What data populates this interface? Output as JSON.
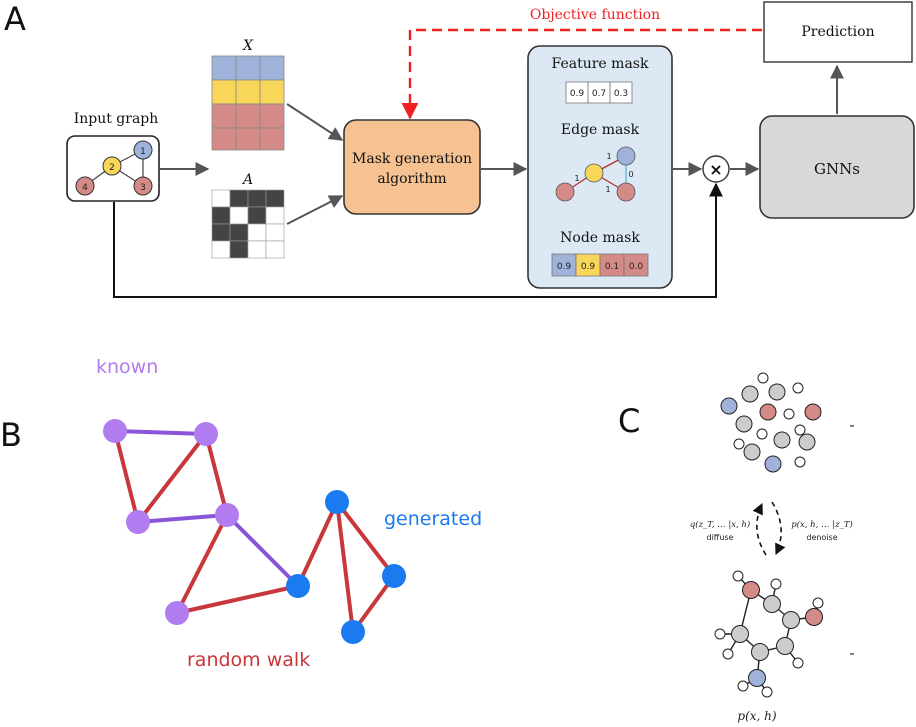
{
  "panel_a": {
    "label": "A",
    "input_graph_title": "Input graph",
    "input_graph_nodes": [
      "1",
      "2",
      "3",
      "4"
    ],
    "x_label": "X",
    "a_label": "A",
    "objective_label": "Objective function",
    "mask_algo_line1": "Mask generation",
    "mask_algo_line2": "algorithm",
    "feature_mask_title": "Feature mask",
    "feature_mask_values": [
      "0.9",
      "0.7",
      "0.3"
    ],
    "edge_mask_title": "Edge mask",
    "edge_mask_weights": [
      "1",
      "1",
      "0",
      "1"
    ],
    "node_mask_title": "Node mask",
    "node_mask_values": [
      "0.9",
      "0.9",
      "0.1",
      "0.0"
    ],
    "multiply_symbol": "×",
    "gnn_label": "GNNs",
    "prediction_label": "Prediction",
    "colors": {
      "blue": "#9fb2da",
      "yellow": "#f8d65a",
      "red": "#d48a86",
      "orange": "#f6c292",
      "light_blue_panel": "#dce8f4",
      "gray_box": "#d8d8d8",
      "objective_red": "#ee2222"
    }
  },
  "panel_b": {
    "label": "B",
    "known_label": "known",
    "generated_label": "generated",
    "random_walk_label": "random walk",
    "colors": {
      "known": "#b07cf0",
      "generated": "#1a7af0",
      "walk": "#c8373b",
      "known_edge": "#8a55d8"
    }
  },
  "panel_c": {
    "label": "C",
    "forward_formula": "q(z_T, … |x, h)",
    "forward_label": "diffuse",
    "reverse_formula": "p(x, h, … |z_T)",
    "reverse_label": "denoise",
    "bottom_formula": "p(x, h)",
    "dash_top": "-",
    "dash_bottom": "-"
  }
}
